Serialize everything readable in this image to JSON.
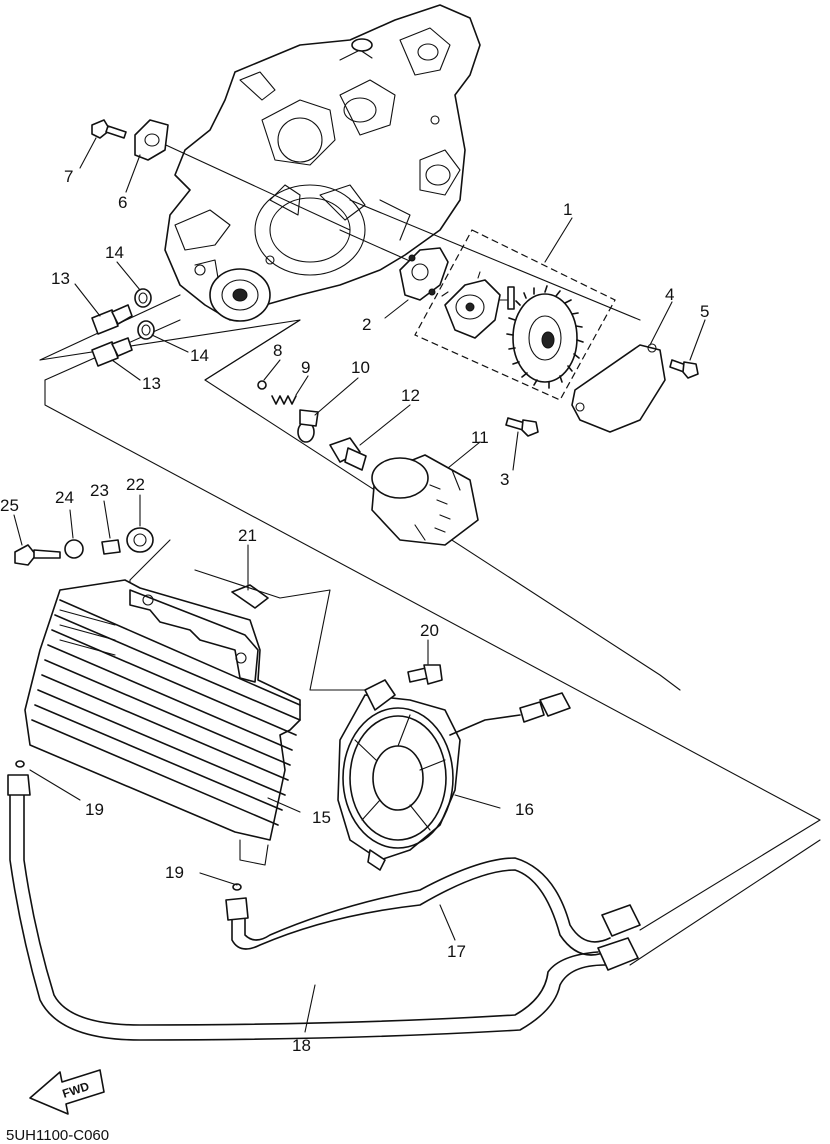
{
  "diagram_code": "5UH1100-C060",
  "fwd_label": "FWD",
  "callouts": [
    {
      "id": "c1",
      "text": "1"
    },
    {
      "id": "c2",
      "text": "2"
    },
    {
      "id": "c3",
      "text": "3"
    },
    {
      "id": "c4",
      "text": "4"
    },
    {
      "id": "c5",
      "text": "5"
    },
    {
      "id": "c6",
      "text": "6"
    },
    {
      "id": "c7",
      "text": "7"
    },
    {
      "id": "c8",
      "text": "8"
    },
    {
      "id": "c9",
      "text": "9"
    },
    {
      "id": "c10",
      "text": "10"
    },
    {
      "id": "c11",
      "text": "11"
    },
    {
      "id": "c12",
      "text": "12"
    },
    {
      "id": "c13a",
      "text": "13"
    },
    {
      "id": "c13b",
      "text": "13"
    },
    {
      "id": "c14a",
      "text": "14"
    },
    {
      "id": "c14b",
      "text": "14"
    },
    {
      "id": "c15",
      "text": "15"
    },
    {
      "id": "c16",
      "text": "16"
    },
    {
      "id": "c17",
      "text": "17"
    },
    {
      "id": "c18",
      "text": "18"
    },
    {
      "id": "c19a",
      "text": "19"
    },
    {
      "id": "c19b",
      "text": "19"
    },
    {
      "id": "c20",
      "text": "20"
    },
    {
      "id": "c21",
      "text": "21"
    },
    {
      "id": "c22",
      "text": "22"
    },
    {
      "id": "c23",
      "text": "23"
    },
    {
      "id": "c24",
      "text": "24"
    },
    {
      "id": "c25",
      "text": "25"
    }
  ]
}
